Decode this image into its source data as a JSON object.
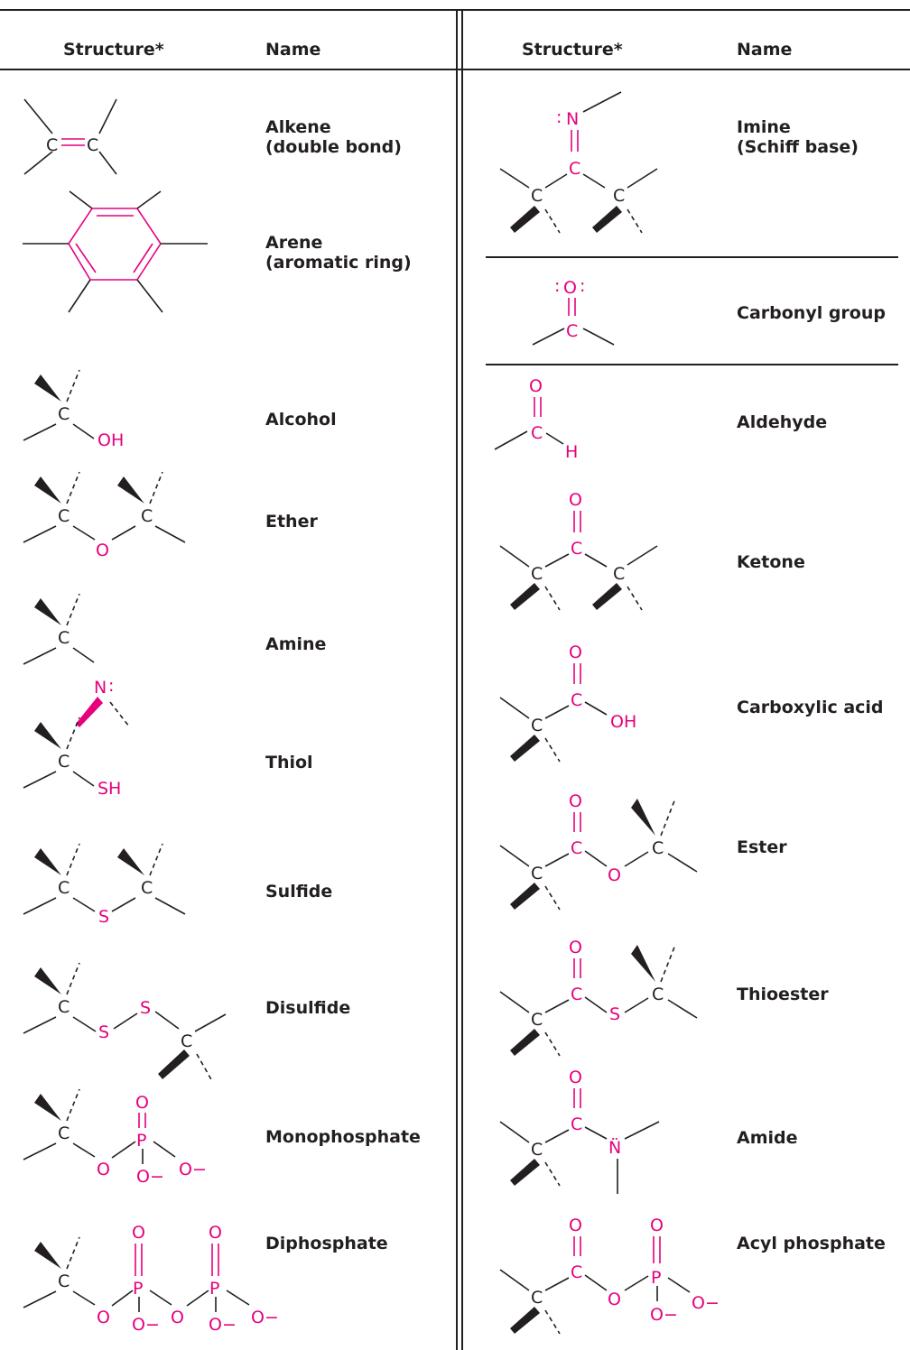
{
  "headers": {
    "left_structure": "Structure*",
    "left_name": "Name",
    "right_structure": "Structure*",
    "right_name": "Name"
  },
  "left_groups": [
    {
      "name": "Alkene\n(double bond)"
    },
    {
      "name": "Arene\n(aromatic ring)"
    },
    {
      "name": "Alcohol"
    },
    {
      "name": "Ether"
    },
    {
      "name": "Amine"
    },
    {
      "name": "Thiol"
    },
    {
      "name": "Sulfide"
    },
    {
      "name": "Disulfide"
    },
    {
      "name": "Monophosphate"
    },
    {
      "name": "Diphosphate"
    }
  ],
  "right_groups": [
    {
      "name": "Imine\n(Schiff base)"
    },
    {
      "name": "Carbonyl group"
    },
    {
      "name": "Aldehyde"
    },
    {
      "name": "Ketone"
    },
    {
      "name": "Carboxylic acid"
    },
    {
      "name": "Ester"
    },
    {
      "name": "Thioester"
    },
    {
      "name": "Amide"
    },
    {
      "name": "Acyl phosphate"
    }
  ],
  "atoms": {
    "carbon": "C",
    "oxygen": "O",
    "nitrogen": "N",
    "sulfur": "S",
    "phosphorus": "P",
    "hydroxyl": "OH",
    "sulfhydryl": "SH",
    "hydrogen": "H",
    "oxide_anion": "O−",
    "lone_pair": ":",
    "amide_nitrogen": "N̈"
  },
  "colors": {
    "text": "#231f20",
    "functional_group": "#e6007e"
  }
}
